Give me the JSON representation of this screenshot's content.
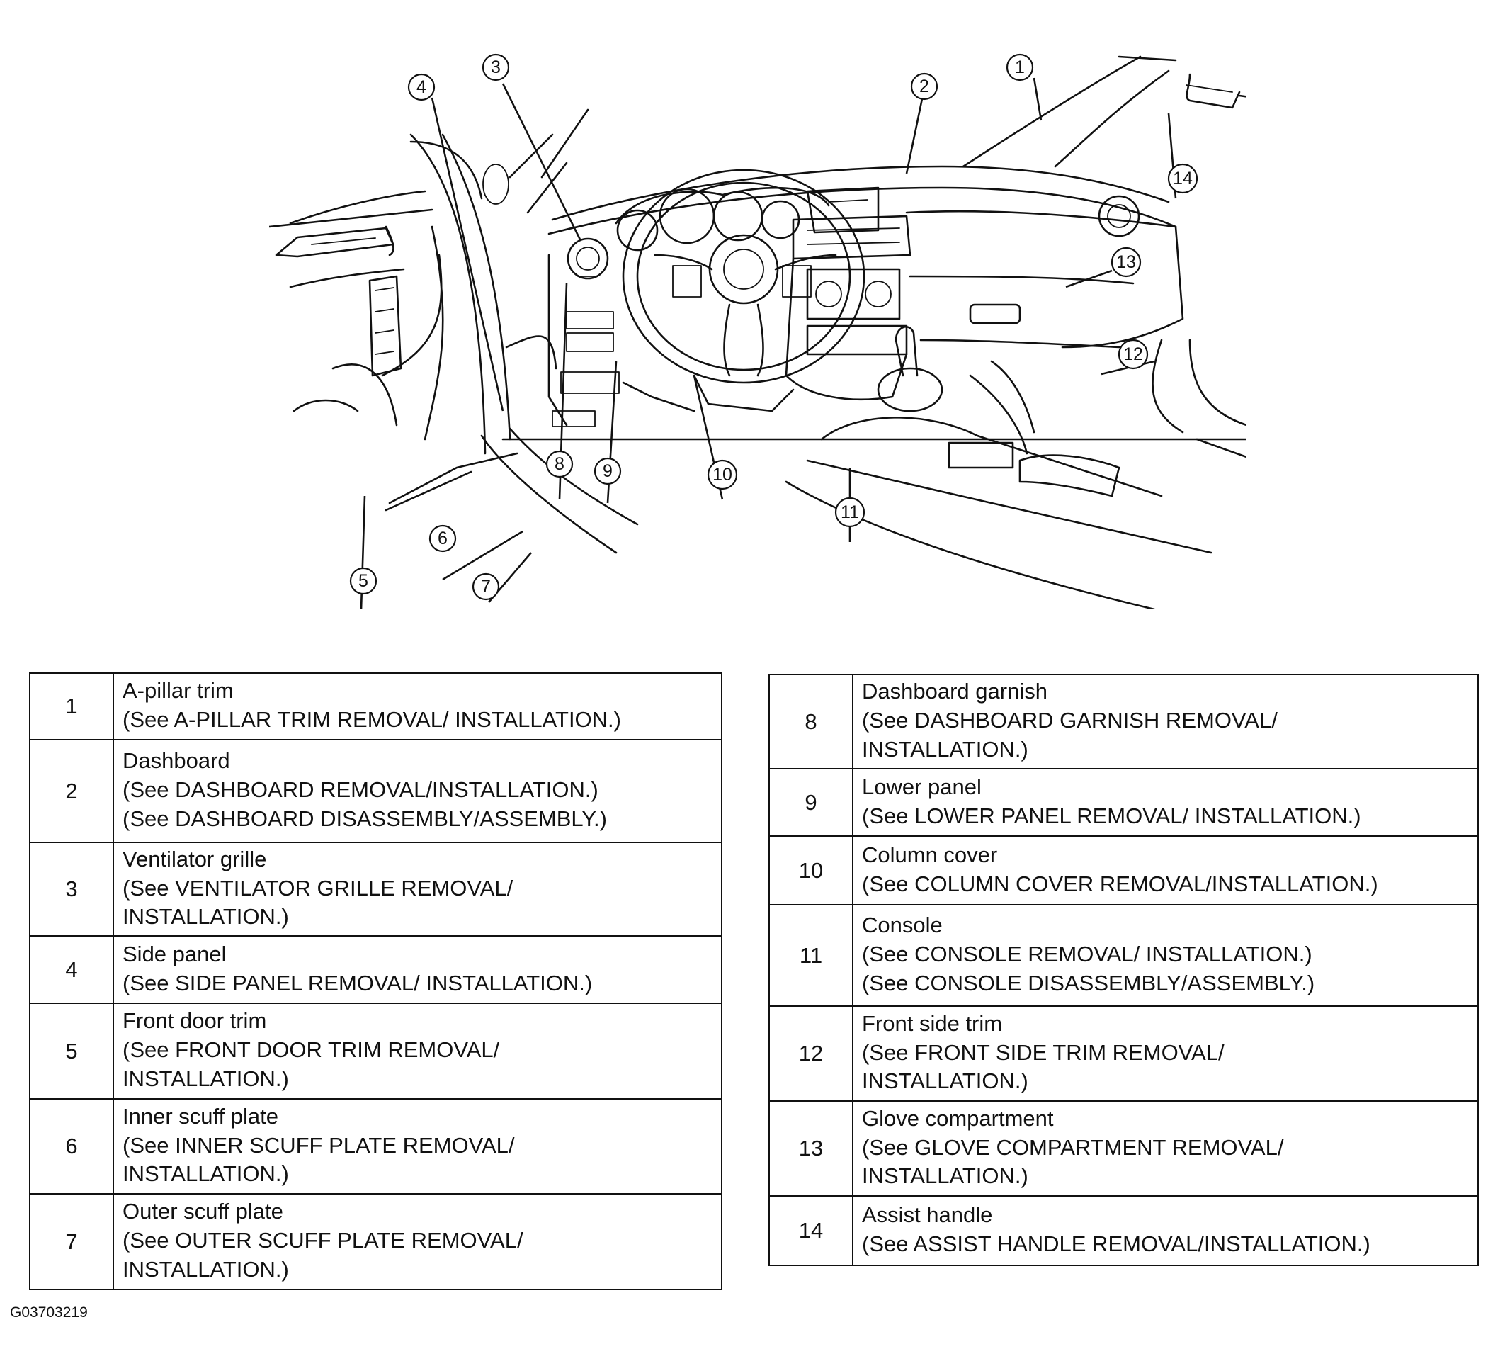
{
  "figure_code": "G03703219",
  "callouts": [
    "1",
    "2",
    "3",
    "4",
    "5",
    "6",
    "7",
    "8",
    "9",
    "10",
    "11",
    "12",
    "13",
    "14"
  ],
  "left_table": [
    {
      "num": "1",
      "lines": [
        "A-pillar trim",
        "(See A-PILLAR TRIM REMOVAL/ INSTALLATION.)"
      ]
    },
    {
      "num": "2",
      "lines": [
        "Dashboard",
        "(See DASHBOARD REMOVAL/INSTALLATION.)",
        "(See DASHBOARD DISASSEMBLY/ASSEMBLY.)"
      ]
    },
    {
      "num": "3",
      "lines": [
        "Ventilator grille",
        "(See VENTILATOR GRILLE REMOVAL/",
        "INSTALLATION.)"
      ]
    },
    {
      "num": "4",
      "lines": [
        "Side panel",
        "(See SIDE PANEL REMOVAL/ INSTALLATION.)"
      ]
    },
    {
      "num": "5",
      "lines": [
        "Front door trim",
        "(See FRONT DOOR TRIM REMOVAL/",
        "INSTALLATION.)"
      ]
    },
    {
      "num": "6",
      "lines": [
        "Inner scuff plate",
        "(See INNER SCUFF PLATE REMOVAL/",
        "INSTALLATION.)"
      ]
    },
    {
      "num": "7",
      "lines": [
        "Outer scuff plate",
        "(See OUTER SCUFF PLATE REMOVAL/",
        "INSTALLATION.)"
      ]
    }
  ],
  "right_table": [
    {
      "num": "8",
      "lines": [
        "Dashboard garnish",
        "(See DASHBOARD GARNISH REMOVAL/",
        "INSTALLATION.)"
      ]
    },
    {
      "num": "9",
      "lines": [
        "Lower panel",
        "(See LOWER PANEL REMOVAL/ INSTALLATION.)"
      ]
    },
    {
      "num": "10",
      "lines": [
        "Column cover",
        "(See COLUMN COVER REMOVAL/INSTALLATION.)"
      ]
    },
    {
      "num": "11",
      "lines": [
        "Console",
        "(See CONSOLE REMOVAL/ INSTALLATION.)",
        "(See CONSOLE DISASSEMBLY/ASSEMBLY.)"
      ]
    },
    {
      "num": "12",
      "lines": [
        "Front side trim",
        "(See FRONT SIDE TRIM REMOVAL/",
        "INSTALLATION.)"
      ]
    },
    {
      "num": "13",
      "lines": [
        "Glove compartment",
        "(See GLOVE COMPARTMENT REMOVAL/",
        "INSTALLATION.)"
      ]
    },
    {
      "num": "14",
      "lines": [
        "Assist handle",
        "(See ASSIST HANDLE REMOVAL/INSTALLATION.)"
      ]
    }
  ]
}
